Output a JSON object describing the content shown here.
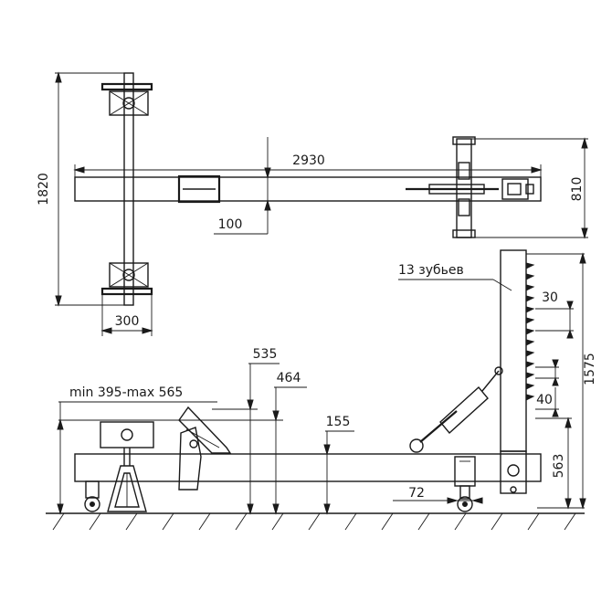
{
  "top_view": {
    "dim_length": "2930",
    "dim_total_width": "1820",
    "dim_beam_width": "810",
    "dim_offset": "100",
    "dim_foot": "300"
  },
  "side_view": {
    "teeth_label": "13   зубьев",
    "dim_tooth_pitch": "30",
    "dim_tooth_bottom": "40",
    "dim_post_height": "1575",
    "dim_post_base": "563",
    "dim_stand_range": "min 395-max  565",
    "dim_clamp_high": "535",
    "dim_clamp_low": "464",
    "dim_beam_height": "155",
    "dim_wheel_offset": "72"
  }
}
